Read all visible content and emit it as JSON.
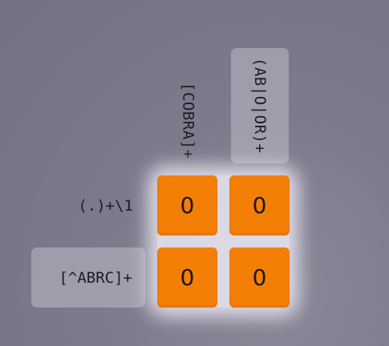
{
  "columns": [
    {
      "clue": "[COBRA]+",
      "highlighted": false
    },
    {
      "clue": "(AB|O|OR)+",
      "highlighted": true
    }
  ],
  "rows": [
    {
      "clue": "(.)+\\1",
      "highlighted": false
    },
    {
      "clue": "[^ABRC]+",
      "highlighted": true
    }
  ],
  "grid": [
    [
      "0",
      "0"
    ],
    [
      "0",
      "0"
    ]
  ],
  "colors": {
    "cell": "#f47f06",
    "background": "#7b7889",
    "clue_highlight": "#bebac6"
  }
}
